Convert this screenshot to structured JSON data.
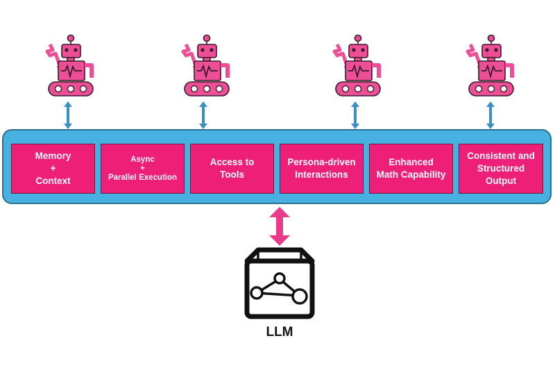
{
  "colors": {
    "accent_pink": "#ed1f78",
    "band_blue": "#47b2e2",
    "arrow_blue": "#3a8fc4"
  },
  "agents": [
    {
      "icon": "robot-icon"
    },
    {
      "icon": "robot-icon"
    },
    {
      "icon": "robot-icon"
    },
    {
      "icon": "robot-icon"
    }
  ],
  "capabilities": [
    {
      "line1": "Memory",
      "line2": "+",
      "line3": "Context"
    },
    {
      "line1": "Async",
      "line2": "+",
      "line3": "Parallel Execution"
    },
    {
      "line1": "Access to",
      "line2": "Tools"
    },
    {
      "line1": "Persona-driven",
      "line2": "Interactions"
    },
    {
      "line1": "Enhanced",
      "line2": "Math Capability"
    },
    {
      "line1": "Consistent and",
      "line2": "Structured",
      "line3": "Output"
    }
  ],
  "llm": {
    "label": "LLM",
    "icon": "llm-box-icon"
  }
}
